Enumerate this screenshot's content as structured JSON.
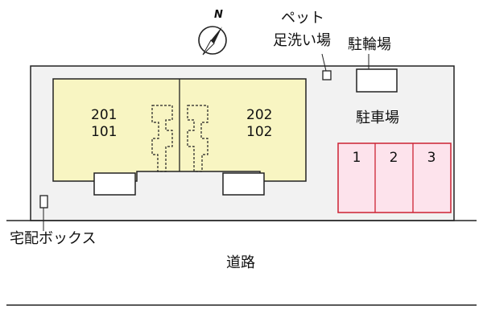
{
  "compass": {
    "letter": "N"
  },
  "labels": {
    "pet_foot_wash_line1": "ペット",
    "pet_foot_wash_line2": "足洗い場",
    "bicycle_parking": "駐輪場",
    "car_parking": "駐車場",
    "delivery_box": "宅配ボックス",
    "road": "道路"
  },
  "units": {
    "left": {
      "upper": "201",
      "lower": "101"
    },
    "right": {
      "upper": "202",
      "lower": "102"
    }
  },
  "parking_slots": [
    "1",
    "2",
    "3"
  ],
  "colors": {
    "site_fill": "#f2f2f2",
    "building_fill": "#f8f5c2",
    "parking_fill": "#fde3ec",
    "parking_stroke": "#cc2233",
    "line": "#222222"
  }
}
